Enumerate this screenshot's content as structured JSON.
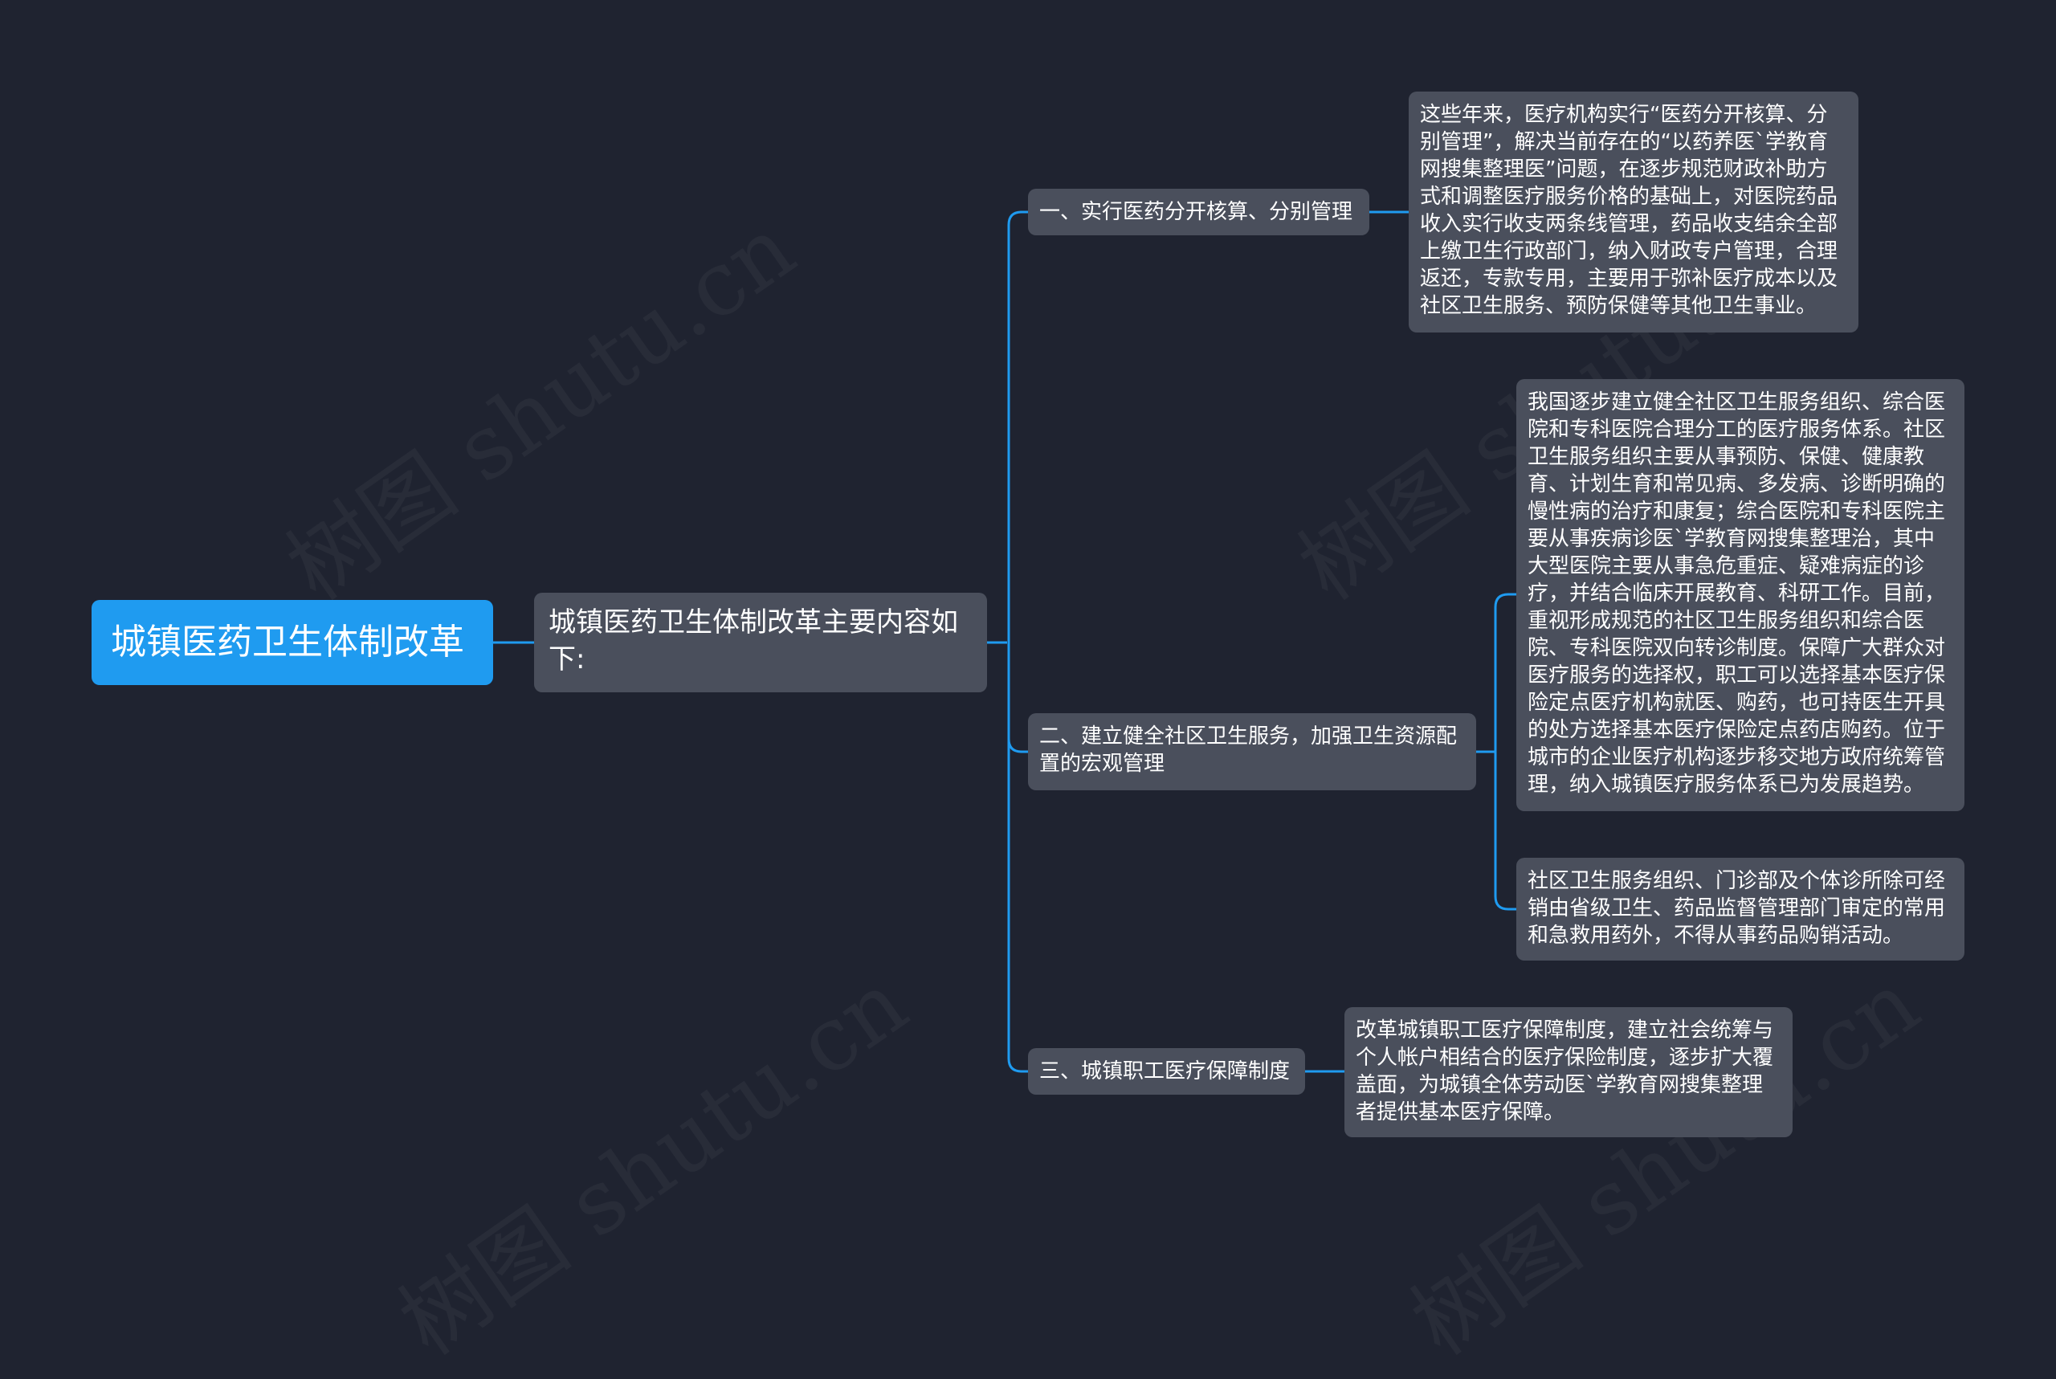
{
  "mindmap": {
    "root": "城镇医药卫生体制改革",
    "center": "城镇医药卫生体制改革主要内容如下:",
    "branches": [
      {
        "label": "一、实行医药分开核算、分别管理",
        "details": [
          "这些年来，医疗机构实行“医药分开核算、分别管理”，解决当前存在的“以药养医`学教育网搜集整理医”问题，在逐步规范财政补助方式和调整医疗服务价格的基础上，对医院药品收入实行收支两条线管理，药品收支结余全部上缴卫生行政部门，纳入财政专户管理，合理返还，专款专用，主要用于弥补医疗成本以及社区卫生服务、预防保健等其他卫生事业。"
        ]
      },
      {
        "label": "二、建立健全社区卫生服务，加强卫生资源配置的宏观管理",
        "details": [
          "我国逐步建立健全社区卫生服务组织、综合医院和专科医院合理分工的医疗服务体系。社区卫生服务组织主要从事预防、保健、健康教育、计划生育和常见病、多发病、诊断明确的慢性病的治疗和康复；综合医院和专科医院主要从事疾病诊医`学教育网搜集整理治，其中大型医院主要从事急危重症、疑难病症的诊疗，并结合临床开展教育、科研工作。目前，重视形成规范的社区卫生服务组织和综合医院、专科医院双向转诊制度。保障广大群众对医疗服务的选择权，职工可以选择基本医疗保险定点医疗机构就医、购药，也可持医生开具的处方选择基本医疗保险定点药店购药。位于城市的企业医疗机构逐步移交地方政府统筹管理，纳入城镇医疗服务体系已为发展趋势。",
          "社区卫生服务组织、门诊部及个体诊所除可经销由省级卫生、药品监督管理部门审定的常用和急救用药外，不得从事药品购销活动。"
        ]
      },
      {
        "label": "三、城镇职工医疗保障制度",
        "details": [
          "改革城镇职工医疗保障制度，建立社会统筹与个人帐户相结合的医疗保险制度，逐步扩大覆盖面，为城镇全体劳动医`学教育网搜集整理者提供基本医疗保障。"
        ]
      }
    ]
  },
  "watermark": "树图 shutu.cn",
  "colors": {
    "background": "#1f2330",
    "root": "#1f9bf0",
    "node": "#4a4f5c",
    "link": "#1f9bf0",
    "text": "#ffffff"
  }
}
